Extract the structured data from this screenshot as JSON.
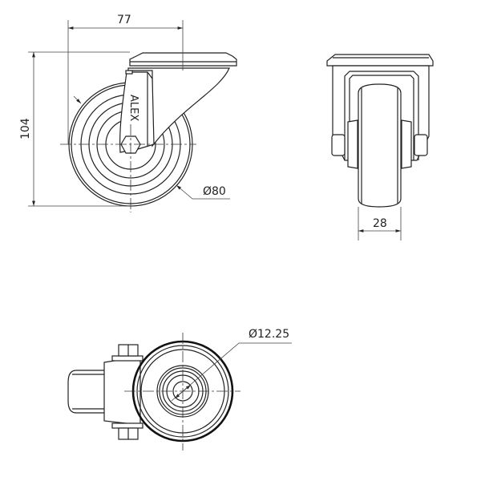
{
  "drawing": {
    "brand_mark": "ALEX",
    "side_view": {
      "width_dim": "77",
      "height_dim": "104",
      "wheel_diameter": "Ø80"
    },
    "front_view": {
      "wheel_width_dim": "28"
    },
    "bottom_view": {
      "bore_diameter": "Ø12.25"
    }
  }
}
